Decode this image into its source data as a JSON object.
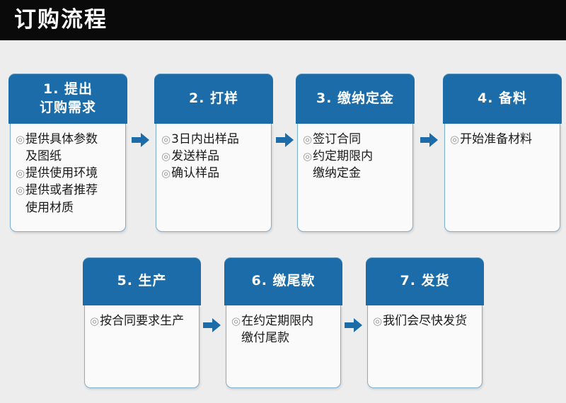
{
  "header": {
    "title": "订购流程",
    "background_color": "#0a0a0a",
    "text_color": "#ffffff"
  },
  "theme": {
    "page_background": "#ededed",
    "accent_blue": "#1b6ca8",
    "card_body_background": "#fafafa",
    "card_border": "#7fb0d4",
    "bullet_color": "#9a9a9a",
    "bullet_glyph": "◎"
  },
  "flow": {
    "rows": [
      {
        "steps": [
          {
            "title_lines": [
              "1. 提出",
              "订购需求"
            ],
            "items": [
              {
                "bullet": "◎",
                "text": "提供具体参数"
              },
              {
                "bullet": "",
                "text": "及图纸"
              },
              {
                "bullet": "◎",
                "text": "提供使用环境"
              },
              {
                "bullet": "◎",
                "text": "提供或者推荐"
              },
              {
                "bullet": "",
                "text": "使用材质"
              }
            ]
          },
          {
            "title_lines": [
              "2. 打样"
            ],
            "items": [
              {
                "bullet": "◎",
                "text": "3日内出样品"
              },
              {
                "bullet": "◎",
                "text": "发送样品"
              },
              {
                "bullet": "◎",
                "text": "确认样品"
              }
            ]
          },
          {
            "title_lines": [
              "3. 缴纳定金"
            ],
            "items": [
              {
                "bullet": "◎",
                "text": "签订合同"
              },
              {
                "bullet": "◎",
                "text": "约定期限内"
              },
              {
                "bullet": "",
                "text": "缴纳定金"
              }
            ]
          },
          {
            "title_lines": [
              "4. 备料"
            ],
            "items": [
              {
                "bullet": "◎",
                "text": "开始准备材料"
              }
            ]
          }
        ]
      },
      {
        "steps": [
          {
            "title_lines": [
              "5. 生产"
            ],
            "items": [
              {
                "bullet": "◎",
                "text": "按合同要求生产"
              }
            ]
          },
          {
            "title_lines": [
              "6. 缴尾款"
            ],
            "items": [
              {
                "bullet": "◎",
                "text": "在约定期限内"
              },
              {
                "bullet": "",
                "text": "缴付尾款"
              }
            ]
          },
          {
            "title_lines": [
              "7. 发货"
            ],
            "items": [
              {
                "bullet": "◎",
                "text": "我们会尽快发货"
              }
            ]
          }
        ]
      }
    ]
  }
}
